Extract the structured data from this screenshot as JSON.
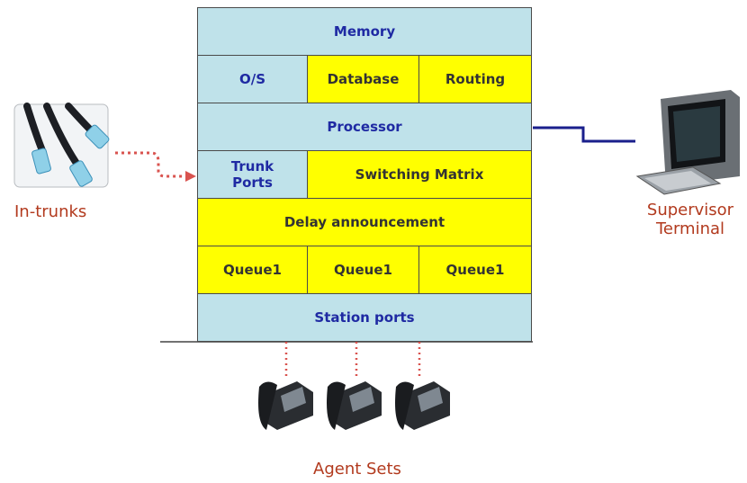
{
  "stack": {
    "memory": "Memory",
    "os": "O/S",
    "database": "Database",
    "routing": "Routing",
    "processor": "Processor",
    "trunk_ports_line1": "Trunk",
    "trunk_ports_line2": "Ports",
    "switching_matrix": "Switching Matrix",
    "delay_announcement": "Delay announcement",
    "queues": [
      "Queue1",
      "Queue1",
      "Queue1"
    ],
    "station_ports": "Station ports"
  },
  "labels": {
    "in_trunks": "In-trunks",
    "supervisor_line1": "Supervisor",
    "supervisor_line2": "Terminal",
    "agent_sets": "Agent Sets"
  },
  "colors": {
    "blue_cell": "#bfe2ea",
    "yellow_cell": "#ffff00",
    "blue_text": "#1f2aa3",
    "label_text": "#b23a1e",
    "dotted_connector": "#d9534f",
    "supervisor_line": "#1a1f8c"
  },
  "icons": [
    "cable-bundle-icon",
    "computer-terminal-icon",
    "desk-phone-icon"
  ]
}
